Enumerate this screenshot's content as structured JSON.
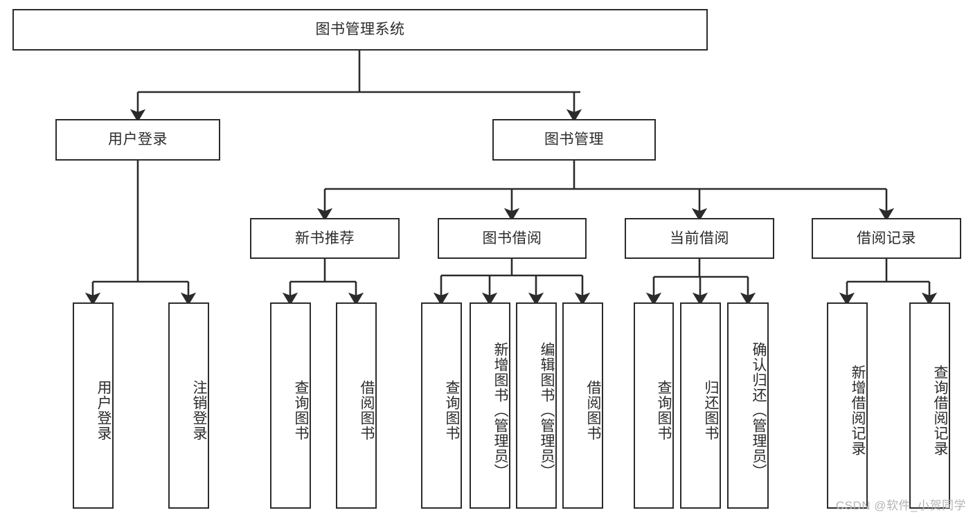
{
  "diagram": {
    "type": "tree-hierarchy",
    "title": "图书管理系统",
    "watermark": "CSDN @软件_小贺同学",
    "colors": {
      "stroke": "#2b2b2b",
      "fill": "#ffffff",
      "background": "#ffffff",
      "watermark": "#b4b4b4"
    },
    "levels": {
      "root": "图书管理系统",
      "level2": [
        "用户登录",
        "图书管理"
      ],
      "level3": [
        "新书推荐",
        "图书借阅",
        "当前借阅",
        "借阅记录"
      ]
    },
    "nodes": {
      "root": {
        "label": "图书管理系统"
      },
      "user_login": {
        "label": "用户登录"
      },
      "book_manage": {
        "label": "图书管理"
      },
      "new_book_rec": {
        "label": "新书推荐"
      },
      "book_borrow": {
        "label": "图书借阅"
      },
      "current_borrow": {
        "label": "当前借阅"
      },
      "borrow_record": {
        "label": "借阅记录"
      },
      "leaf_user_login": {
        "label": "用户登录"
      },
      "leaf_user_logout": {
        "label": "注销登录"
      },
      "leaf_nb_query": {
        "label": "查询图书"
      },
      "leaf_nb_borrow": {
        "label": "借阅图书"
      },
      "leaf_bb_query": {
        "label": "查询图书"
      },
      "leaf_bb_add": {
        "label": "新增图书（管理员）"
      },
      "leaf_bb_edit": {
        "label": "编辑图书（管理员）"
      },
      "leaf_bb_borrow": {
        "label": "借阅图书"
      },
      "leaf_cb_query": {
        "label": "查询图书"
      },
      "leaf_cb_return": {
        "label": "归还图书"
      },
      "leaf_cb_confirm": {
        "label": "确认归还（管理员）"
      },
      "leaf_br_add": {
        "label": "新增借阅记录"
      },
      "leaf_br_query": {
        "label": "查询借阅记录"
      }
    },
    "edges": [
      {
        "from": "root",
        "to": "user_login"
      },
      {
        "from": "root",
        "to": "book_manage"
      },
      {
        "from": "user_login",
        "to": "leaf_user_login"
      },
      {
        "from": "user_login",
        "to": "leaf_user_logout"
      },
      {
        "from": "book_manage",
        "to": "new_book_rec"
      },
      {
        "from": "book_manage",
        "to": "book_borrow"
      },
      {
        "from": "book_manage",
        "to": "current_borrow"
      },
      {
        "from": "book_manage",
        "to": "borrow_record"
      },
      {
        "from": "new_book_rec",
        "to": "leaf_nb_query"
      },
      {
        "from": "new_book_rec",
        "to": "leaf_nb_borrow"
      },
      {
        "from": "book_borrow",
        "to": "leaf_bb_query"
      },
      {
        "from": "book_borrow",
        "to": "leaf_bb_add"
      },
      {
        "from": "book_borrow",
        "to": "leaf_bb_edit"
      },
      {
        "from": "book_borrow",
        "to": "leaf_bb_borrow"
      },
      {
        "from": "current_borrow",
        "to": "leaf_cb_query"
      },
      {
        "from": "current_borrow",
        "to": "leaf_cb_return"
      },
      {
        "from": "current_borrow",
        "to": "leaf_cb_confirm"
      },
      {
        "from": "borrow_record",
        "to": "leaf_br_add"
      },
      {
        "from": "borrow_record",
        "to": "leaf_br_query"
      }
    ]
  }
}
